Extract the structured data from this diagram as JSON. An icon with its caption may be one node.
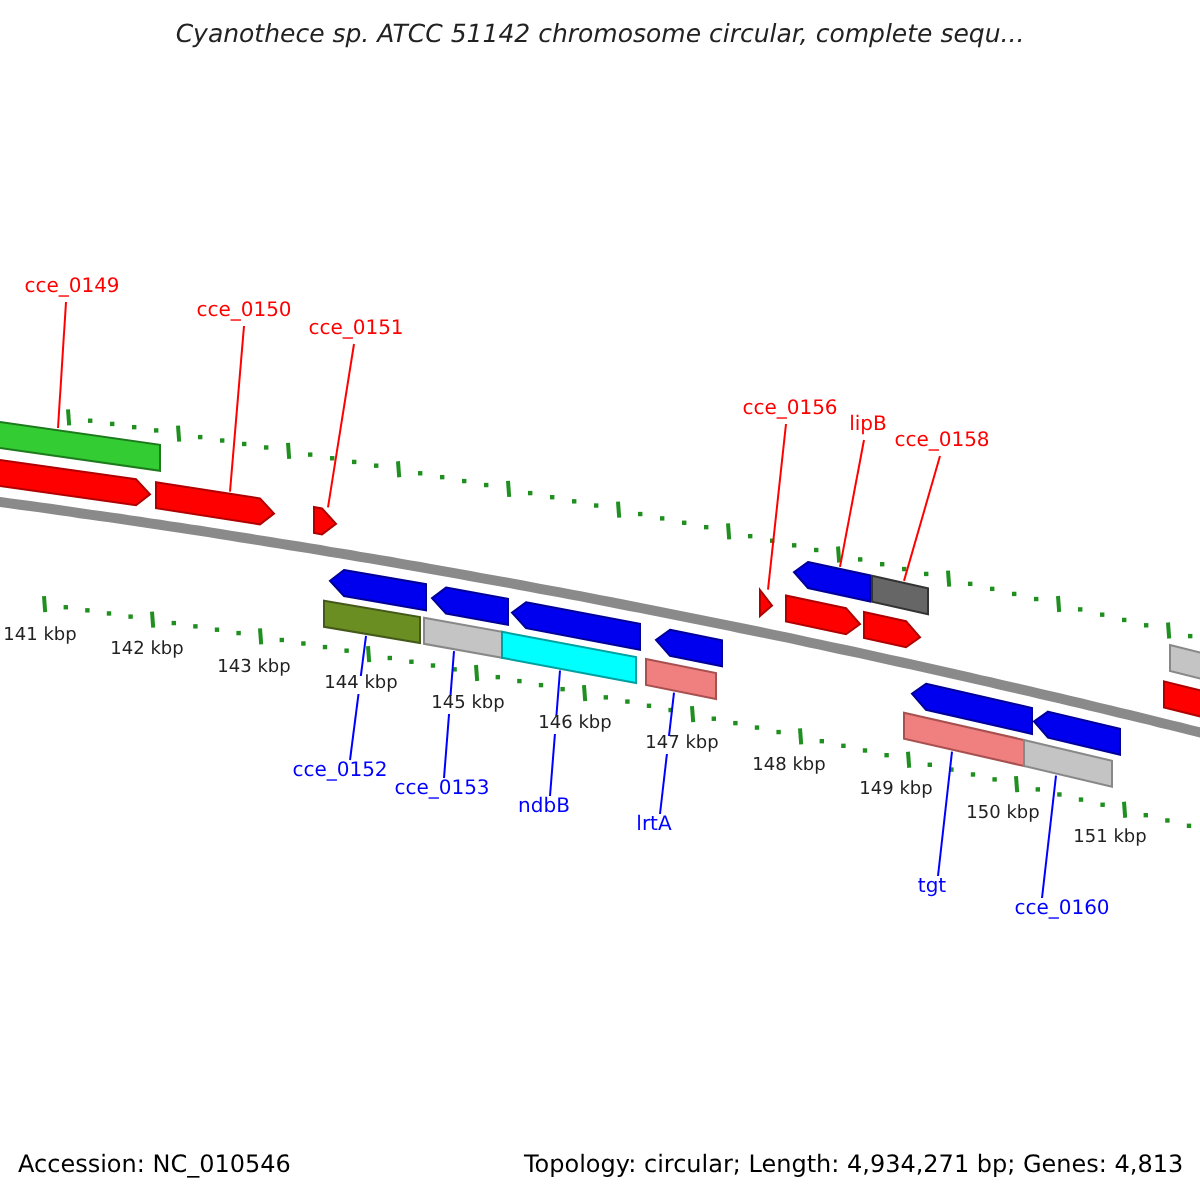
{
  "diagram": {
    "title": "Cyanothece sp. ATCC 51142 chromosome circular, complete sequ...",
    "nodes": [
      {
        "text": [
          "cce_0149"
        ]
      },
      {
        "text": [
          "cce_0150"
        ]
      },
      {
        "text": [
          "cce_0151"
        ]
      },
      {
        "text": [
          "cce_0156"
        ]
      },
      {
        "text": [
          "lipB"
        ]
      },
      {
        "text": [
          "cce_0158"
        ]
      },
      {
        "text": [],
        "shape": "bar"
      },
      {
        "text": [],
        "shape": "arrow"
      },
      {
        "text": [],
        "shape": "arrow"
      },
      {
        "text": [],
        "shape": "arrow"
      },
      {
        "text": [],
        "shape": "bar"
      },
      {
        "text": [],
        "shape": "arrow"
      },
      {
        "text": [],
        "shape": "bar"
      },
      {
        "text": [],
        "shape": "arrow"
      },
      {
        "text": [],
        "shape": "bar"
      },
      {
        "text": [],
        "shape": "arrow"
      },
      {
        "text": [],
        "shape": "bar"
      },
      {
        "text": [],
        "shape": "arrow"
      },
      {
        "text": [],
        "shape": "arrow"
      },
      {
        "text": [],
        "shape": "arrow"
      },
      {
        "text": [],
        "shape": "arrow"
      },
      {
        "text": [],
        "shape": "arrow"
      },
      {
        "text": [],
        "shape": "bar"
      },
      {
        "text": [],
        "shape": "bar"
      },
      {
        "text": [],
        "shape": "arrow"
      },
      {
        "text": [],
        "shape": "bar"
      },
      {
        "text": [],
        "shape": "arrow"
      },
      {
        "text": [],
        "shape": "bar"
      },
      {
        "text": [],
        "shape": "bar"
      },
      {
        "text": [
          "cce_0152"
        ]
      },
      {
        "text": [
          "cce_0153"
        ]
      },
      {
        "text": [
          "ndbB"
        ]
      },
      {
        "text": [
          "lrtA"
        ]
      },
      {
        "text": [
          "tgt"
        ]
      },
      {
        "text": [
          "cce_0160"
        ]
      }
    ],
    "edges": [
      {
        "from": 0,
        "to": 6,
        "arrow": "none"
      },
      {
        "from": 1,
        "to": 8,
        "arrow": "none"
      },
      {
        "from": 2,
        "to": 9,
        "arrow": "none"
      },
      {
        "from": 3,
        "to": 18,
        "arrow": "none"
      },
      {
        "from": 4,
        "to": 20,
        "arrow": "none"
      },
      {
        "from": 5,
        "to": 22,
        "arrow": "none"
      },
      {
        "from": 29,
        "to": 10,
        "arrow": "none",
        "color": "#0000ff"
      },
      {
        "from": 30,
        "to": 12,
        "arrow": "none",
        "color": "#0000ff"
      },
      {
        "from": 31,
        "to": 14,
        "arrow": "none",
        "color": "#0000ff"
      },
      {
        "from": 32,
        "to": 16,
        "arrow": "none",
        "color": "#0000ff"
      },
      {
        "from": 33,
        "to": 23,
        "arrow": "none",
        "color": "#0000ff"
      },
      {
        "from": 34,
        "to": 25,
        "arrow": "none",
        "color": "#0000ff"
      }
    ],
    "labels": [
      "141 kbp",
      "142 kbp",
      "143 kbp",
      "144 kbp",
      "145 kbp",
      "146 kbp",
      "147 kbp",
      "148 kbp",
      "149 kbp",
      "150 kbp",
      "151 kbp",
      "Accession: NC_010546",
      "Topology: circular; Length: 4,934,271 bp; Genes: 4,813"
    ]
  }
}
